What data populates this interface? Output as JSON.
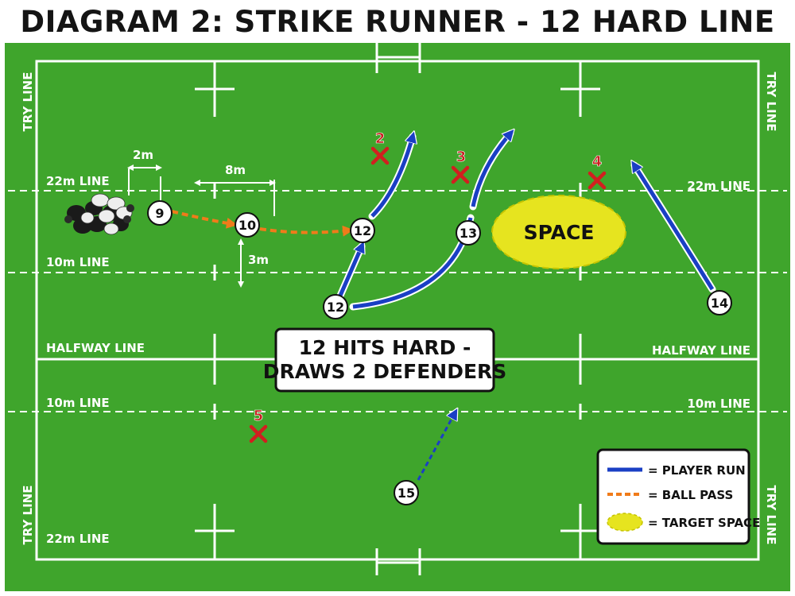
{
  "title": "DIAGRAM 2: STRIKE RUNNER - 12 HARD LINE",
  "field_labels": {
    "try_line": "TRY LINE",
    "line_22m": "22m LINE",
    "line_10m": "10m LINE",
    "halfway": "HALFWAY LINE"
  },
  "measurements": {
    "gap_2m": "2m",
    "gap_8m": "8m",
    "gap_3m": "3m"
  },
  "players": {
    "p9": "9",
    "p10": "10",
    "p12a": "12",
    "p12b": "12",
    "p13": "13",
    "p14": "14",
    "p15": "15"
  },
  "defenders": {
    "d2": "2",
    "d3": "3",
    "d4": "4",
    "d5": "5"
  },
  "space_label": "SPACE",
  "callout": {
    "line1": "12 HITS HARD -",
    "line2": "DRAWS 2 DEFENDERS"
  },
  "legend": {
    "run": "= PLAYER RUN",
    "pass": "= BALL PASS",
    "space": "= TARGET SPACE"
  },
  "colors": {
    "grass": "#3fa52c",
    "run": "#1a3fc4",
    "pass": "#f07b1a",
    "space": "#e6e41f",
    "defender": "#d11f1f"
  }
}
